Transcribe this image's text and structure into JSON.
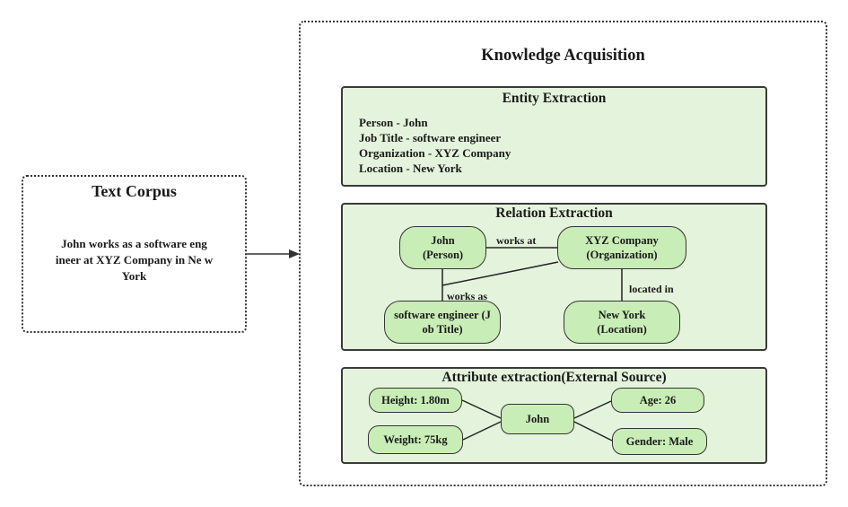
{
  "text_corpus": {
    "title": "Text Corpus",
    "body": "John works as a software eng ineer at XYZ Company in Ne w York"
  },
  "knowledge_acquisition": {
    "title": "Knowledge Acquisition",
    "entity_extraction": {
      "title": "Entity Extraction",
      "items": [
        "Person - John",
        "Job Title - software engineer",
        "Organization - XYZ Company",
        "Location - New York"
      ]
    },
    "relation_extraction": {
      "title": "Relation Extraction",
      "nodes": {
        "john": {
          "line1": "John",
          "line2": "(Person)"
        },
        "xyz": {
          "line1": "XYZ Company",
          "line2": "(Organization)"
        },
        "engineer": {
          "line1": "software engineer (J",
          "line2": "ob Title)"
        },
        "newyork": {
          "line1": "New York",
          "line2": "(Location)"
        }
      },
      "edges": {
        "works_at": "works at",
        "works_as": "works as",
        "located_in": "located in"
      }
    },
    "attribute_extraction": {
      "title": "Attribute extraction(External Source)",
      "center": "John",
      "attributes": {
        "height": "Height: 1.80m",
        "weight": "Weight: 75kg",
        "age": "Age: 26",
        "gender": "Gender: Male"
      }
    }
  }
}
